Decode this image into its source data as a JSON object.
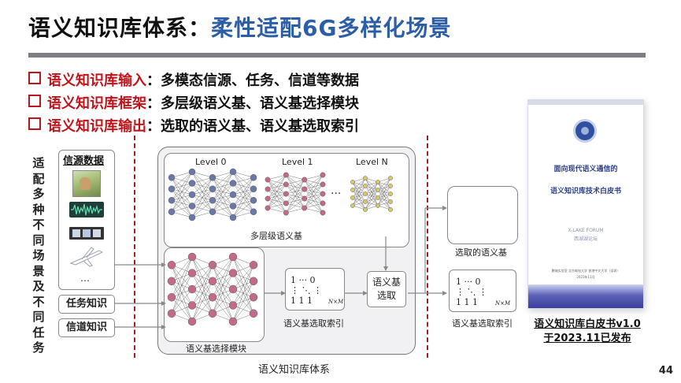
{
  "title": {
    "main": "语义知识库体系：",
    "sub": "柔性适配6G多样化场景"
  },
  "bullets": [
    {
      "red": "语义知识库输入",
      "rest": "：多模态信源、任务、信道等数据"
    },
    {
      "red": "语义知识库框架",
      "rest": "：多层级语义基、语义基选择模块"
    },
    {
      "red": "语义知识库输出",
      "rest": "：选取的语义基、语义基选取索引"
    }
  ],
  "left_vertical": "适配多种不同场景及不同任务",
  "inputs": {
    "source_title": "信源数据",
    "ellipsis": "…",
    "task": "任务知识",
    "channel": "信道知识"
  },
  "levels": [
    "Level 0",
    "Level 1",
    "Level N"
  ],
  "level_dots": "···",
  "labels": {
    "multilevel": "多层级语义基",
    "select_module": "语义基选择模块",
    "index": "语义基选取索引",
    "select_box": "语义基\n选取",
    "framework": "语义知识库体系",
    "selected": "选取的语义基",
    "index_out": "语义基选取索引"
  },
  "matrix": {
    "row1": "1 ··· 0",
    "row2": "⋮ ⋱ ⋮",
    "row3": "1 1 1",
    "sub": "N×M"
  },
  "whitepaper": {
    "title1": "面向现代语义通信的",
    "title2": "语义知识库技术白皮书",
    "forum_en": "X-LAKE FORUM",
    "forum_cn": "西湖湖论坛",
    "orgs": "鹏城实验室   北京邮电大学   香港中文大学（深圳）",
    "date": "2023年11月",
    "caption1": "语义知识库白皮书v1.0",
    "caption2": "于2023.11已发布"
  },
  "page_number": "44",
  "colors": {
    "accent_blue": "#2c5ea8",
    "accent_red": "#c0141b",
    "node_blue": "#6a78a8",
    "node_pink": "#c26b86"
  }
}
